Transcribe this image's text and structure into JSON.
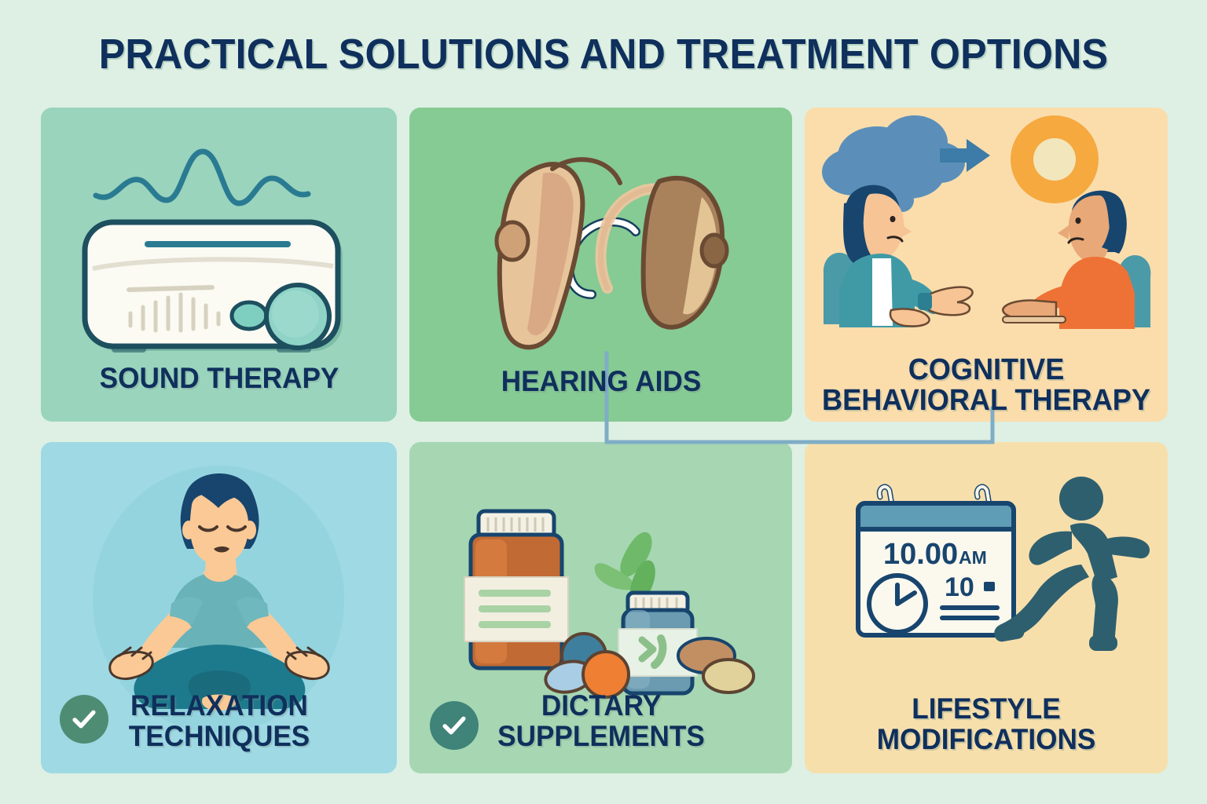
{
  "title": "PRACTICAL SOLUTIONS AND TREATMENT OPTIONS",
  "theme": {
    "page_background": "#ddf0e3",
    "title_color": "#0f2f5c",
    "label_color": "#0f2f5c",
    "connector_color": "#7fadc6"
  },
  "cards": [
    {
      "id": "sound-therapy",
      "label": "SOUND THERAPY",
      "background": "#9ad4bd",
      "art": "sound-machine-with-waves",
      "has_check": false
    },
    {
      "id": "hearing-aids",
      "label": "HEARING AIDS",
      "background": "#86ca94",
      "art": "two-behind-the-ear-hearing-aids",
      "has_check": false
    },
    {
      "id": "cbt",
      "label": "COGNITIVE\nBEHAVIORAL THERAPY",
      "background": "#fbddac",
      "art": "therapist-and-client-with-thought-cloud",
      "has_check": false
    },
    {
      "id": "relaxation",
      "label": "RELAXATION\nTECHNIQUES",
      "background": "#9ed9e4",
      "art": "person-meditating-lotus-pose",
      "has_check": true,
      "check_color": "#4e8d73"
    },
    {
      "id": "supplements",
      "label": "DICTARY\nSUPPLEMENTS",
      "background": "#a6d6b2",
      "art": "supplement-bottles-and-pills",
      "has_check": true,
      "check_color": "#3f8379"
    },
    {
      "id": "lifestyle",
      "label": "LIFESTYLE\nMODIFICATIONS",
      "background": "#f7dfac",
      "art": "calendar-clock-and-running-figure",
      "has_check": false
    }
  ],
  "calendar": {
    "time": "10.00",
    "meridiem": "AM",
    "day_number": "10"
  }
}
